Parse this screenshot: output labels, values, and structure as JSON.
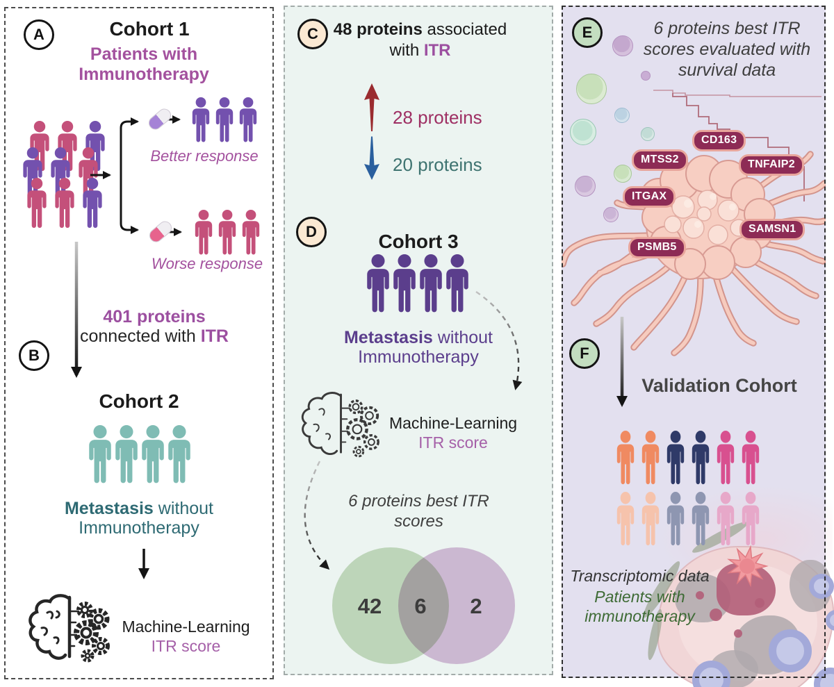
{
  "colors": {
    "accent_purple": "#9C4FA0",
    "accent_magenta": "#A3519E",
    "teal_text": "#2E6A73",
    "teal_person": "#7FBCB4",
    "crimson_person": "#C4507A",
    "purple_person": "#7351AE",
    "dark_purple_person": "#5B3E8C",
    "itr_score_color": "#A560A8",
    "red_arrow": "#9A2B2F",
    "blue_arrow": "#2A5F9E",
    "label_28_color": "#9E2F63",
    "label_20_color": "#3E7370",
    "protein_pill_bg": "#8D2B55",
    "protein_pill_border": "#E8A59B",
    "green_caption": "#3E6B35",
    "panel_mid_bg": "#ECF4F1",
    "panel_right_bg": "#E3E0EF",
    "badge_cream": "#FBE9D3",
    "badge_green": "#C3DEC0"
  },
  "people": {
    "cohort1_row_back": [
      "#C4507A",
      "#C4507A",
      "#7351AE"
    ],
    "cohort1_row_mid": [
      "#7351AE",
      "#7351AE",
      "#C4507A"
    ],
    "cohort1_row_front": [
      "#C4507A",
      "#C4507A",
      "#7351AE"
    ],
    "better_group": [
      "#7351AE",
      "#7351AE",
      "#7351AE"
    ],
    "worse_group": [
      "#C4507A",
      "#C4507A",
      "#C4507A"
    ],
    "cohort2": [
      "#7FBCB4",
      "#7FBCB4",
      "#7FBCB4",
      "#7FBCB4"
    ],
    "cohort3": [
      "#5B3E8C",
      "#5B3E8C",
      "#5B3E8C",
      "#5B3E8C"
    ],
    "validation_top": [
      "#F08A61",
      "#F08A61",
      "#2F3A68",
      "#2F3A68",
      "#D8508F",
      "#D8508F"
    ],
    "validation_bottom": [
      "#F6C3AC",
      "#F6C3AC",
      "#8E96B1",
      "#8E96B1",
      "#E7A8C9",
      "#E7A8C9"
    ]
  },
  "panels": {
    "A": {
      "badge": "A",
      "title": "Cohort 1",
      "subtitle": "Patients with Immunotherapy",
      "better": "Better response",
      "worse": "Worse response"
    },
    "B": {
      "badge": "B",
      "count_bold": "401 proteins",
      "count_rest": "connected with ",
      "itr": "ITR",
      "cohort": "Cohort 2",
      "meta_bold": "Metastasis",
      "meta_rest": " without",
      "meta_line2": "Immunotherapy",
      "ml": "Machine-Learning",
      "ml_sub": "ITR score"
    },
    "C": {
      "badge": "C",
      "title_bold": "48 proteins",
      "title_rest": " associated",
      "title_line2_pre": "with ",
      "itr": "ITR",
      "up_label": "28 proteins",
      "down_label": "20 proteins"
    },
    "D": {
      "badge": "D",
      "title": "Cohort 3",
      "meta_bold": "Metastasis",
      "meta_rest": " without",
      "meta_line2": "Immunotherapy",
      "ml": "Machine-Learning",
      "ml_sub": "ITR score",
      "note": "6 proteins best ITR scores",
      "venn_left": "42",
      "venn_mid": "6",
      "venn_right": "2"
    },
    "E": {
      "badge": "E",
      "caption": "6 proteins best ITR scores evaluated with survival data",
      "proteins": [
        "CD163",
        "MTSS2",
        "TNFAIP2",
        "ITGAX",
        "SAMSN1",
        "PSMB5"
      ]
    },
    "F": {
      "badge": "F",
      "title": "Validation Cohort",
      "caption1": "Transcriptomic data",
      "caption2": "Patients with",
      "caption3": "immunotherapy"
    }
  }
}
